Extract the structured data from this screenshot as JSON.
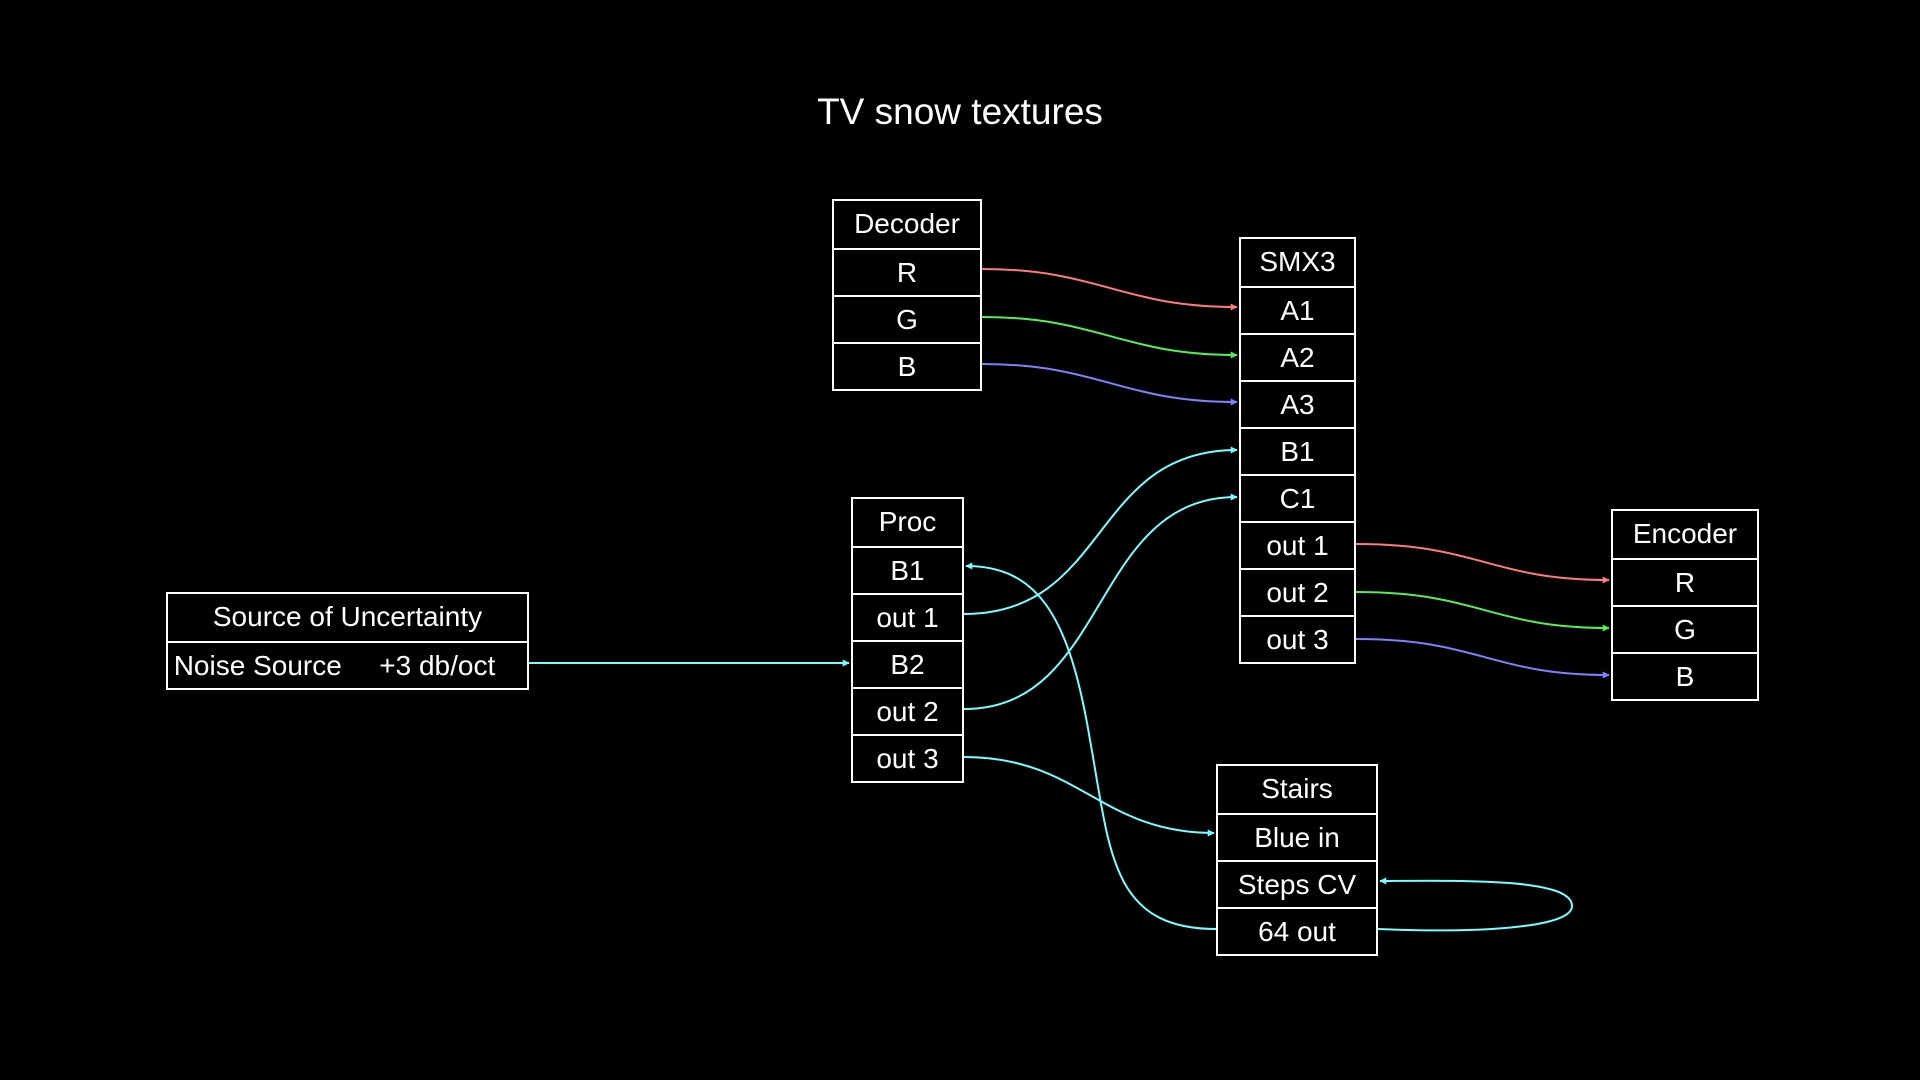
{
  "title": "TV snow textures",
  "colors": {
    "background": "#000000",
    "foreground": "#ffffff",
    "red_wire": "#ff7b7b",
    "green_wire": "#55ee55",
    "blue_wire": "#8080ff",
    "cyan_wire": "#77ffff"
  },
  "nodes": {
    "source": {
      "title": "Source of Uncertainty",
      "ports": [
        "Noise Source",
        "+3 db/oct"
      ]
    },
    "decoder": {
      "title": "Decoder",
      "ports": [
        "R",
        "G",
        "B"
      ]
    },
    "smx3": {
      "title": "SMX3",
      "ports": [
        "A1",
        "A2",
        "A3",
        "B1",
        "C1",
        "out 1",
        "out 2",
        "out 3"
      ]
    },
    "proc": {
      "title": "Proc",
      "ports": [
        "B1",
        "out 1",
        "B2",
        "out 2",
        "out 3"
      ]
    },
    "encoder": {
      "title": "Encoder",
      "ports": [
        "R",
        "G",
        "B"
      ]
    },
    "stairs": {
      "title": "Stairs",
      "ports": [
        "Blue in",
        "Steps CV",
        "64 out"
      ]
    }
  },
  "connections": [
    {
      "from": "Decoder.R",
      "to": "SMX3.A1",
      "color": "#ff7b7b"
    },
    {
      "from": "Decoder.G",
      "to": "SMX3.A2",
      "color": "#55ee55"
    },
    {
      "from": "Decoder.B",
      "to": "SMX3.A3",
      "color": "#8080ff"
    },
    {
      "from": "Proc.out 1",
      "to": "SMX3.B1",
      "color": "#77ffff"
    },
    {
      "from": "Proc.out 2",
      "to": "SMX3.C1",
      "color": "#77ffff"
    },
    {
      "from": "SMX3.out 1",
      "to": "Encoder.R",
      "color": "#ff7b7b"
    },
    {
      "from": "SMX3.out 2",
      "to": "Encoder.G",
      "color": "#55ee55"
    },
    {
      "from": "SMX3.out 3",
      "to": "Encoder.B",
      "color": "#8080ff"
    },
    {
      "from": "Source of Uncertainty.+3 db/oct",
      "to": "Proc.B2",
      "color": "#77ffff"
    },
    {
      "from": "Proc.out 3",
      "to": "Stairs.Blue in",
      "color": "#77ffff"
    },
    {
      "from": "Stairs.64 out",
      "to": "Proc.B1",
      "color": "#77ffff"
    },
    {
      "from": "Stairs.64 out",
      "to": "Stairs.Steps CV",
      "color": "#77ffff"
    }
  ]
}
